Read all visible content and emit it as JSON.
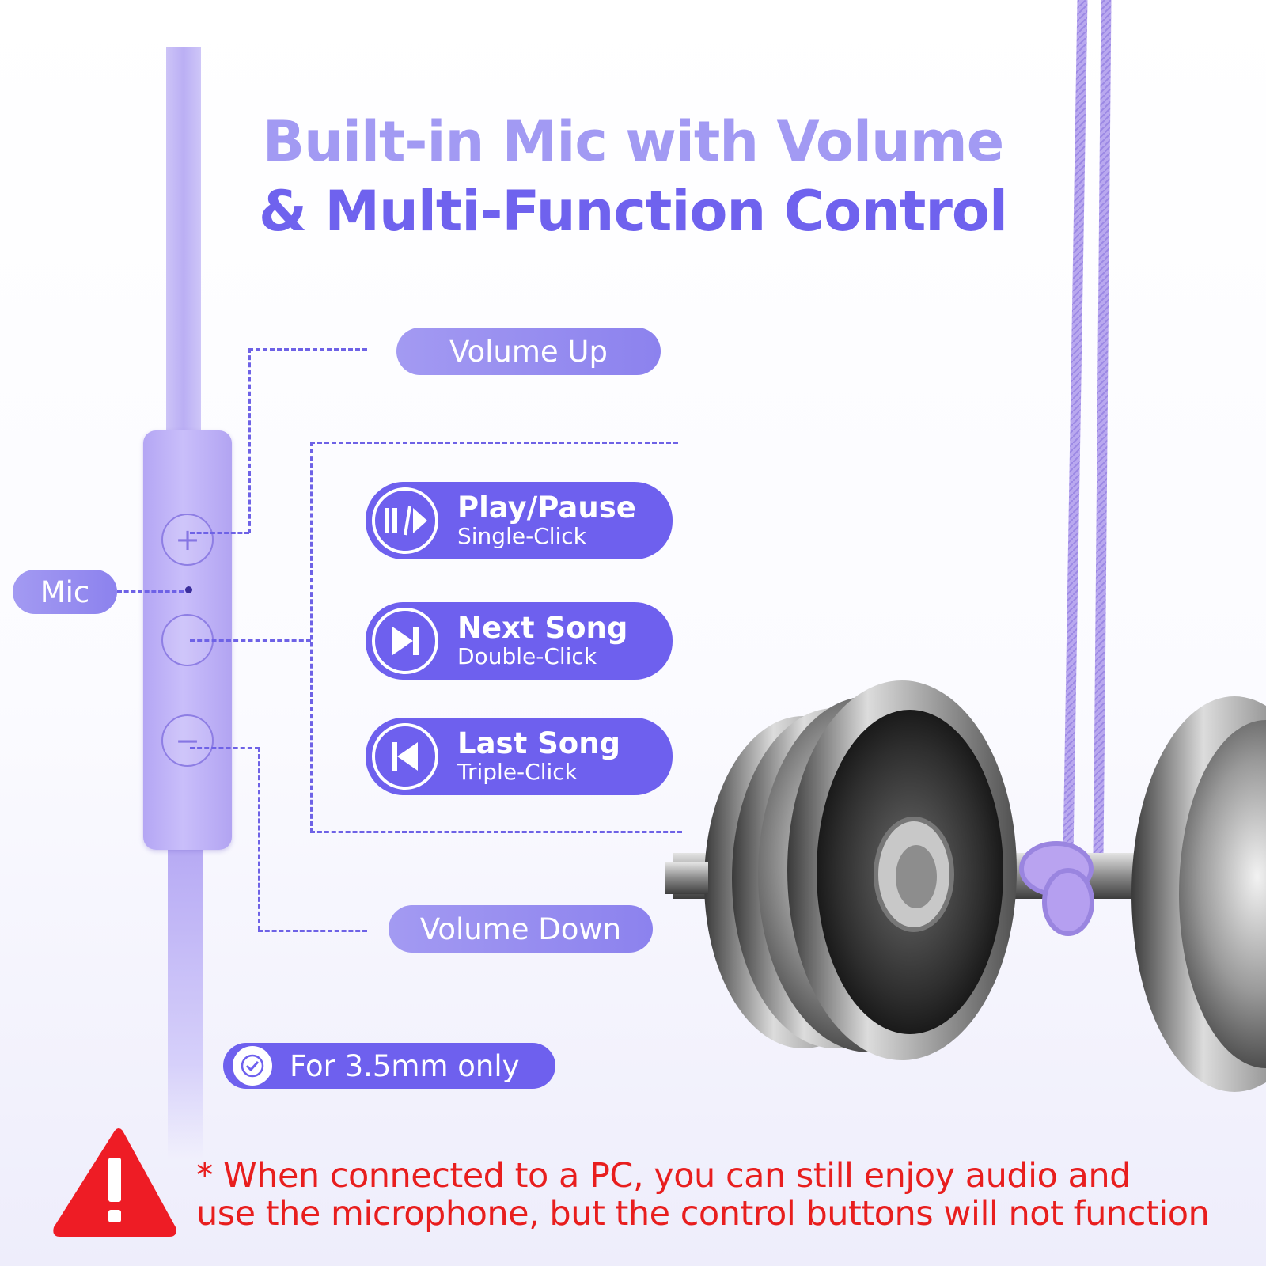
{
  "title": {
    "line1": "Built-in Mic with Volume",
    "line2": "& Multi-Function Control"
  },
  "labels": {
    "mic": "Mic",
    "volume_up": "Volume Up",
    "volume_down": "Volume Down"
  },
  "controls": [
    {
      "name": "Play/Pause",
      "action": "Single-Click",
      "icon": "play-pause-icon"
    },
    {
      "name": "Next Song",
      "action": "Double-Click",
      "icon": "next-track-icon"
    },
    {
      "name": "Last Song",
      "action": "Triple-Click",
      "icon": "previous-track-icon"
    }
  ],
  "badge": {
    "text": "For 3.5mm only",
    "icon": "check-circle-icon"
  },
  "warning": {
    "icon": "warning-triangle-icon",
    "line1": "* When connected to a PC, you can still enjoy audio and",
    "line2": "use the microphone, but the control buttons will not function"
  },
  "colors": {
    "accent": "#6e60ee",
    "accent_soft": "#a39af2",
    "warning": "#e81e1e"
  }
}
